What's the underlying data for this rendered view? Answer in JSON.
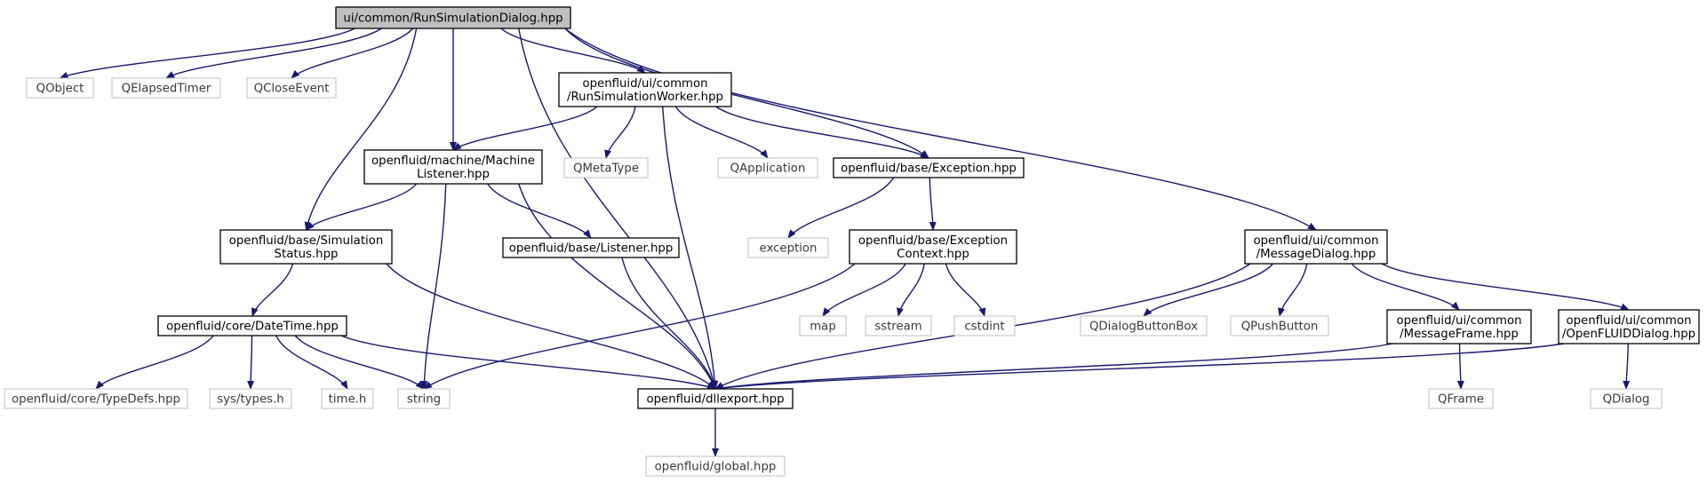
{
  "colors": {
    "edge": "#191970",
    "root_fill": "#bfbfbf",
    "root_border": "#000000",
    "local_border": "#000000",
    "external_border": "#bfbfbf",
    "background": "#ffffff"
  },
  "nodes": {
    "root": {
      "label": [
        "ui/common/RunSimulationDialog.hpp"
      ],
      "kind": "root"
    },
    "qobject": {
      "label": [
        "QObject"
      ],
      "kind": "external"
    },
    "qelapsed": {
      "label": [
        "QElapsedTimer"
      ],
      "kind": "external"
    },
    "qclose": {
      "label": [
        "QCloseEvent"
      ],
      "kind": "external"
    },
    "worker": {
      "label": [
        "openfluid/ui/common",
        "/RunSimulationWorker.hpp"
      ],
      "kind": "local"
    },
    "machine": {
      "label": [
        "openfluid/machine/Machine",
        "Listener.hpp"
      ],
      "kind": "local"
    },
    "qmetatype": {
      "label": [
        "QMetaType"
      ],
      "kind": "external"
    },
    "qapplication": {
      "label": [
        "QApplication"
      ],
      "kind": "external"
    },
    "exception": {
      "label": [
        "openfluid/base/Exception.hpp"
      ],
      "kind": "local"
    },
    "simstatus": {
      "label": [
        "openfluid/base/Simulation",
        "Status.hpp"
      ],
      "kind": "local"
    },
    "listener": {
      "label": [
        "openfluid/base/Listener.hpp"
      ],
      "kind": "local"
    },
    "std_exception": {
      "label": [
        "exception"
      ],
      "kind": "external"
    },
    "excontext": {
      "label": [
        "openfluid/base/Exception",
        "Context.hpp"
      ],
      "kind": "local"
    },
    "msgdialog": {
      "label": [
        "openfluid/ui/common",
        "/MessageDialog.hpp"
      ],
      "kind": "local"
    },
    "datetime": {
      "label": [
        "openfluid/core/DateTime.hpp"
      ],
      "kind": "local"
    },
    "map": {
      "label": [
        "map"
      ],
      "kind": "external"
    },
    "sstream": {
      "label": [
        "sstream"
      ],
      "kind": "external"
    },
    "cstdint": {
      "label": [
        "cstdint"
      ],
      "kind": "external"
    },
    "qdialogbuttonbox": {
      "label": [
        "QDialogButtonBox"
      ],
      "kind": "external"
    },
    "qpushbutton": {
      "label": [
        "QPushButton"
      ],
      "kind": "external"
    },
    "msgframe": {
      "label": [
        "openfluid/ui/common",
        "/MessageFrame.hpp"
      ],
      "kind": "local"
    },
    "ofdialog": {
      "label": [
        "openfluid/ui/common",
        "/OpenFLUIDDialog.hpp"
      ],
      "kind": "local"
    },
    "typedefs": {
      "label": [
        "openfluid/core/TypeDefs.hpp"
      ],
      "kind": "external"
    },
    "systypes": {
      "label": [
        "sys/types.h"
      ],
      "kind": "external"
    },
    "timeh": {
      "label": [
        "time.h"
      ],
      "kind": "external"
    },
    "string": {
      "label": [
        "string"
      ],
      "kind": "external"
    },
    "dllexport": {
      "label": [
        "openfluid/dllexport.hpp"
      ],
      "kind": "local"
    },
    "qframe": {
      "label": [
        "QFrame"
      ],
      "kind": "external"
    },
    "qdialog": {
      "label": [
        "QDialog"
      ],
      "kind": "external"
    },
    "global": {
      "label": [
        "openfluid/global.hpp"
      ],
      "kind": "external"
    }
  },
  "edges": [
    [
      "root",
      "qobject"
    ],
    [
      "root",
      "qelapsed"
    ],
    [
      "root",
      "qclose"
    ],
    [
      "root",
      "worker"
    ],
    [
      "root",
      "machine"
    ],
    [
      "root",
      "simstatus"
    ],
    [
      "root",
      "exception"
    ],
    [
      "root",
      "msgdialog"
    ],
    [
      "root",
      "dllexport"
    ],
    [
      "worker",
      "machine"
    ],
    [
      "worker",
      "qmetatype"
    ],
    [
      "worker",
      "qapplication"
    ],
    [
      "worker",
      "exception"
    ],
    [
      "worker",
      "dllexport"
    ],
    [
      "machine",
      "simstatus"
    ],
    [
      "machine",
      "listener"
    ],
    [
      "machine",
      "string"
    ],
    [
      "machine",
      "dllexport"
    ],
    [
      "exception",
      "std_exception"
    ],
    [
      "exception",
      "excontext"
    ],
    [
      "simstatus",
      "datetime"
    ],
    [
      "simstatus",
      "dllexport"
    ],
    [
      "listener",
      "dllexport"
    ],
    [
      "excontext",
      "string"
    ],
    [
      "excontext",
      "map"
    ],
    [
      "excontext",
      "sstream"
    ],
    [
      "excontext",
      "cstdint"
    ],
    [
      "msgdialog",
      "qdialogbuttonbox"
    ],
    [
      "msgdialog",
      "qpushbutton"
    ],
    [
      "msgdialog",
      "msgframe"
    ],
    [
      "msgdialog",
      "ofdialog"
    ],
    [
      "msgdialog",
      "dllexport"
    ],
    [
      "datetime",
      "typedefs"
    ],
    [
      "datetime",
      "systypes"
    ],
    [
      "datetime",
      "timeh"
    ],
    [
      "datetime",
      "string"
    ],
    [
      "datetime",
      "dllexport"
    ],
    [
      "msgframe",
      "qframe"
    ],
    [
      "msgframe",
      "dllexport"
    ],
    [
      "ofdialog",
      "qdialog"
    ],
    [
      "ofdialog",
      "dllexport"
    ],
    [
      "dllexport",
      "global"
    ]
  ]
}
